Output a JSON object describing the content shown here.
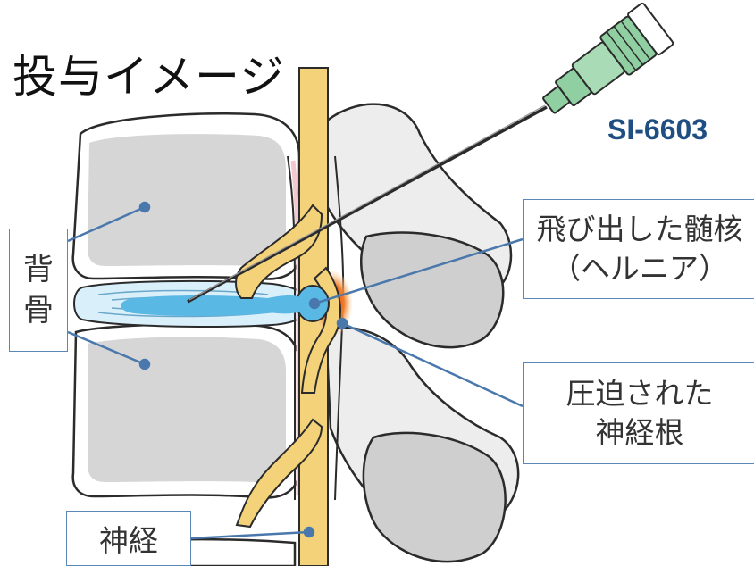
{
  "title": "投与イメージ",
  "drug_name": "SI-6603",
  "labels": {
    "backbone": [
      "背",
      "骨"
    ],
    "herniated_nucleus": [
      "飛び出した髄核",
      "（ヘルニア）"
    ],
    "compressed_nerve_root": [
      "圧迫された",
      "神経根"
    ],
    "nerve": "神経"
  },
  "colors": {
    "vertebra_fill": "#d6d6d6",
    "vertebra_outline": "#2b2b2b",
    "nerve": "#f3d27a",
    "disc": "#bfe3f5",
    "nucleus": "#5ab8e4",
    "inflammation": "#ef7d2a",
    "needle_hub": "#8fcfa2",
    "label_border": "#5b86b8",
    "drug_text": "#1f4f82"
  }
}
